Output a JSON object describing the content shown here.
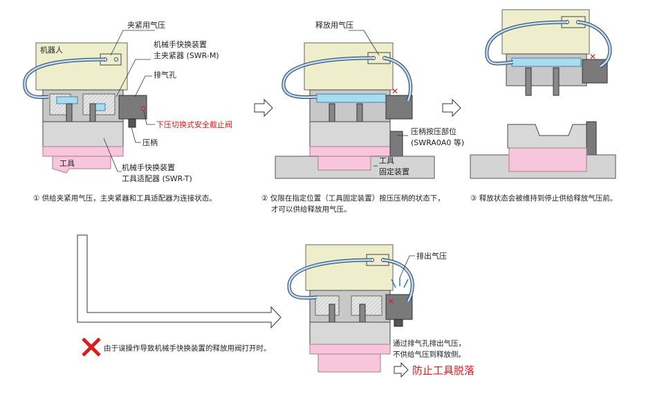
{
  "colors": {
    "robot": "#eeeecc",
    "body_gray": "#bdbdbd",
    "body_light": "#d8d8d8",
    "dark": "#7a7a7a",
    "tool_pink": "#f7c6dc",
    "fixture": "#d4d4d4",
    "hose": "#bcd9ea",
    "hose_edge": "#1f3b66",
    "accent_red": "#e11a1a",
    "light_blue": "#a8dcef"
  },
  "panel1": {
    "label_clamp_air": "夹紧用气压",
    "label_robot": "机器人",
    "label_master_1": "机械手快换装置",
    "label_master_2": "主夹紧器 (SWR-M)",
    "label_exhaust_port": "排气孔",
    "label_valve": "下压切换式安全截止阀",
    "label_plunger": "压柄",
    "label_tool": "工具",
    "label_adapter_1": "机械手快换装置",
    "label_adapter_2": "工具适配器 (SWR-T)",
    "caption": "① 供给夹紧用气压，主夹紧器和工具适配器为连接状态。"
  },
  "panel2": {
    "label_release_air": "释放用气压",
    "label_press_1": "压柄按压部位",
    "label_press_2": "(SWRA0A0 等)",
    "label_fixture_1": "工具",
    "label_fixture_2": "固定装置",
    "caption_1": "② 仅限在指定位置（工具固定装置）按压压柄的状态下，",
    "caption_2": "才可以供给释放用气压。"
  },
  "panel3": {
    "caption": "③ 释放状态会被维持到停止供给释放气压前。"
  },
  "panel4": {
    "label_exhaust_air": "排出气压",
    "note_1": "通过排气孔排出气压，",
    "note_2": "不供给气压到释放侧。",
    "result": "防止工具脱落",
    "error_caption": "由于误操作导致机械手快换装置的释放用阀打开时。"
  }
}
